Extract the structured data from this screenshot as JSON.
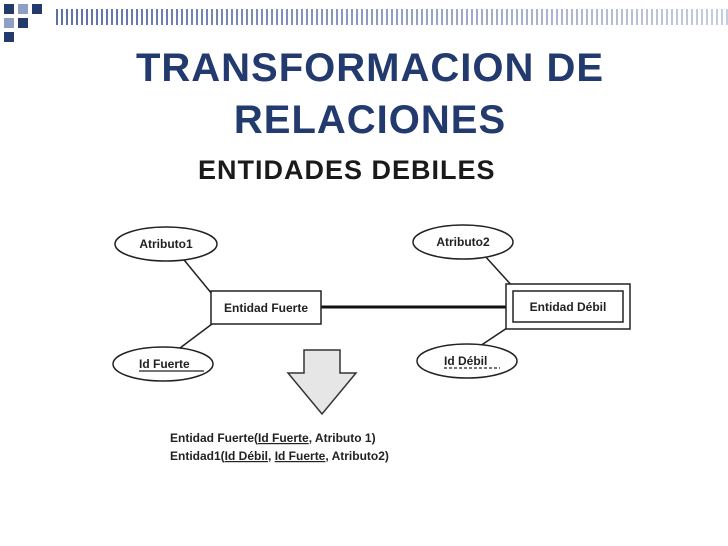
{
  "slide": {
    "title_line1": "TRANSFORMACION DE",
    "title_line2": "RELACIONES",
    "subtitle": "ENTIDADES DEBILES"
  },
  "diagram": {
    "attr1": "Atributo1",
    "attr2": "Atributo2",
    "id_fuerte": "Id Fuerte",
    "id_debil": "Id Débil",
    "entidad_fuerte": "Entidad Fuerte",
    "entidad_debil": "Entidad Débil"
  },
  "schema": {
    "line1_prefix": "Entidad Fuerte(",
    "line1_key": "Id Fuerte",
    "line1_rest": ", Atributo 1)",
    "line2_prefix": "Entidad1(",
    "line2_key1": "Id Débil",
    "line2_sep": ", ",
    "line2_key2": "Id Fuerte",
    "line2_rest": ", Atributo2)"
  },
  "colors": {
    "title": "#233a6e",
    "decoration": "#5b70a7"
  }
}
